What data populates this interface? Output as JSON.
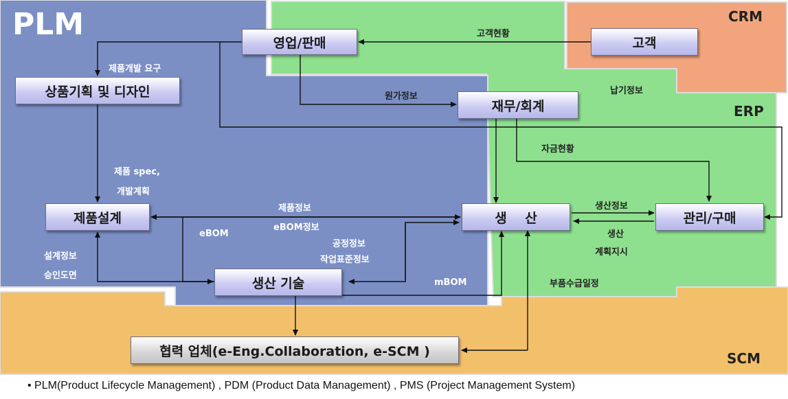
{
  "regions": {
    "plm": {
      "label": "PLM",
      "color": "#7b8fc5"
    },
    "erp": {
      "label": "ERP",
      "color": "#8ee08e"
    },
    "crm": {
      "label": "CRM",
      "color": "#f2a57c"
    },
    "scm": {
      "label": "SCM",
      "color": "#f2bf6a"
    }
  },
  "nodes": {
    "sales": "영업/판매",
    "customer": "고객",
    "planning": "상품기획 및 디자인",
    "finance": "재무/회계",
    "design": "제품설계",
    "production": "생    산",
    "purchase": "관리/구매",
    "prodtech": "생산 기술",
    "partner": "협력 업체(e-Eng.Collaboration, e-SCM )"
  },
  "edge_labels": {
    "customer_status": "고객현황",
    "dev_request": "제품개발 요구",
    "cost_info": "원가정보",
    "delivery_info": "납기정보",
    "fund_status": "자금현황",
    "spec_line1": "제품 spec,",
    "spec_line2": "개발계획",
    "product_info": "제품정보",
    "ebom_info": "eBOM정보",
    "ebom": "eBOM",
    "process_info": "공정정보",
    "work_std": "작업표준정보",
    "mbom": "mBOM",
    "design_info": "설계정보",
    "approval_drawing": "승인도면",
    "prod_info": "생산정보",
    "prod_plan1": "생산",
    "prod_plan2": "계획지시",
    "parts_schedule": "부품수급일정"
  },
  "footnote": "• PLM(Product Lifecycle Management) , PDM (Product Data Management) , PMS (Project Management System)"
}
